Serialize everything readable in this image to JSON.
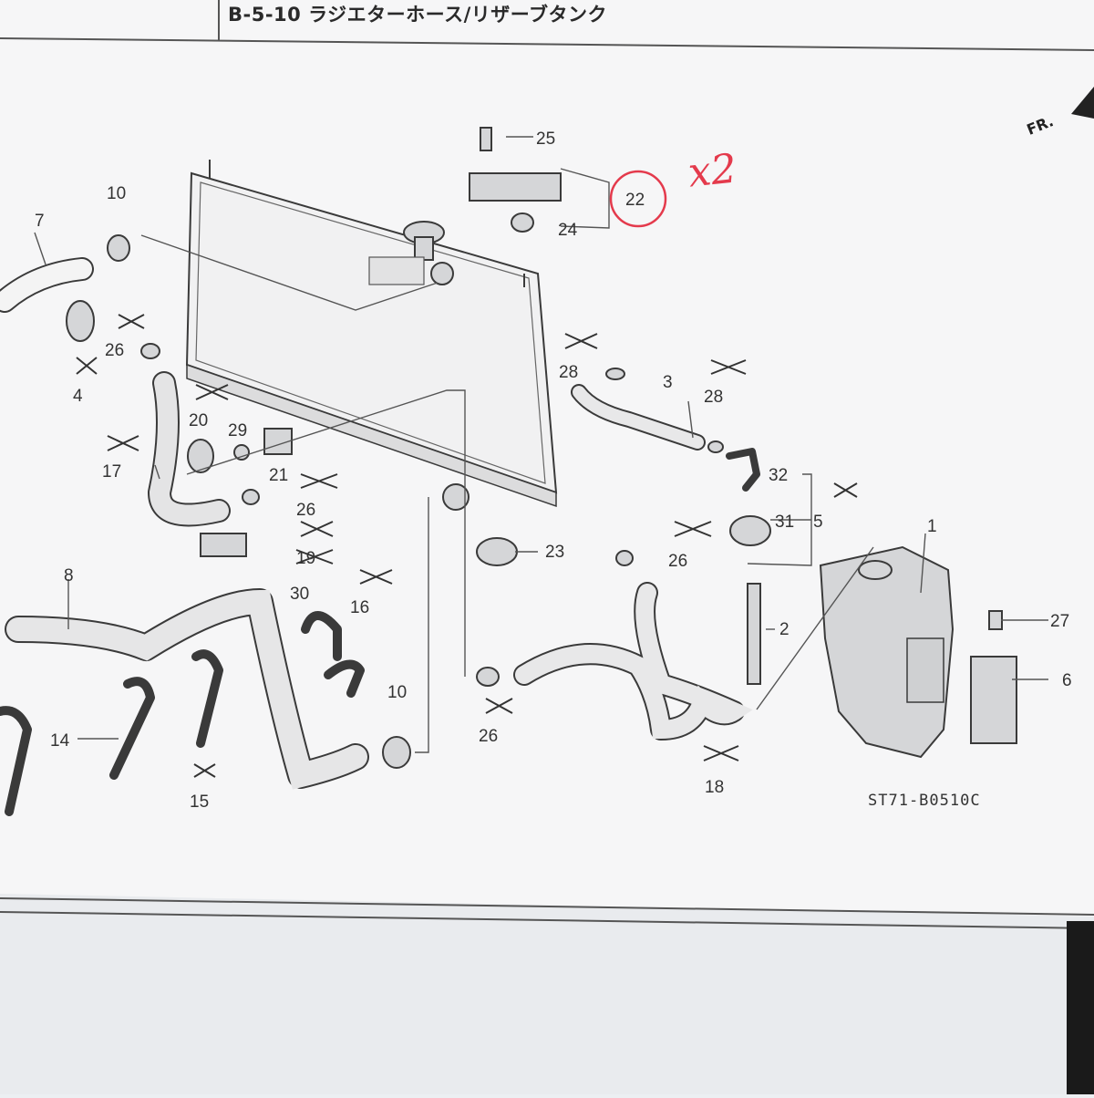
{
  "header": {
    "title": "B-5-10 ラジエターホース/リザーブタンク",
    "front_marker": "FR."
  },
  "diagram": {
    "drawing_code": "ST71-B0510C",
    "annotation": "x2",
    "callouts": {
      "c1": "1",
      "c2": "2",
      "c3": "3",
      "c4": "4",
      "c5a": "5",
      "c6": "6",
      "c7": "7",
      "c8": "8",
      "c10a": "10",
      "c10b": "10",
      "c14": "14",
      "c15": "15",
      "c16": "16",
      "c17": "17",
      "c18": "18",
      "c19": "19",
      "c20": "20",
      "c21": "21",
      "c22": "22",
      "c23": "23",
      "c24": "24",
      "c25": "25",
      "c26a": "26",
      "c26b": "26",
      "c26c": "26",
      "c26d": "26",
      "c27": "27",
      "c28a": "28",
      "c28b": "28",
      "c29": "29",
      "c30": "30",
      "c31": "31",
      "c32": "32"
    }
  },
  "colors": {
    "annotation_red": "#e43a4c",
    "line": "#3a3a3a",
    "paper": "#f7f7f8"
  }
}
